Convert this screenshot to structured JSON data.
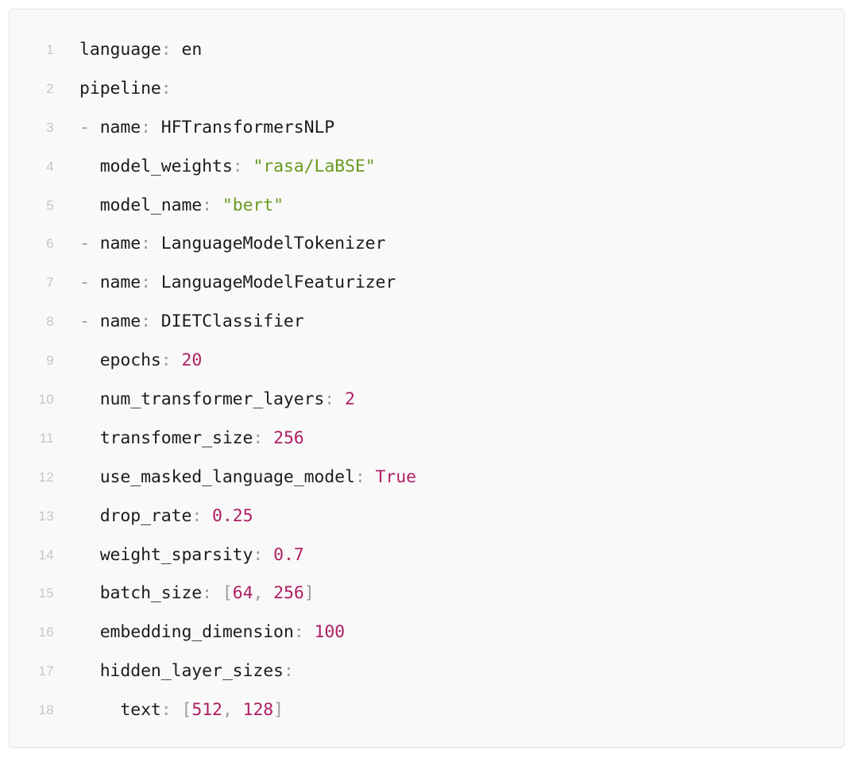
{
  "editor": {
    "language": "yaml",
    "background_color": "#f9f9f9",
    "border_color": "#e4e4e4",
    "gutter_color": "#c6c6c6",
    "colors": {
      "key": "#1c1c1c",
      "punctuation": "#9d9d9d",
      "string": "#6a9a21",
      "number": "#ae1f62",
      "boolean": "#ae1f62",
      "bracket": "#9d9d9d"
    },
    "total_lines": 18,
    "lines": [
      {
        "number": "1",
        "text": "language: en",
        "tokens": [
          {
            "t": "language",
            "c": "t-key"
          },
          {
            "t": ":",
            "c": "t-punct"
          },
          {
            "t": " en",
            "c": "t-plain"
          }
        ]
      },
      {
        "number": "2",
        "text": "pipeline:",
        "tokens": [
          {
            "t": "pipeline",
            "c": "t-key"
          },
          {
            "t": ":",
            "c": "t-punct"
          }
        ]
      },
      {
        "number": "3",
        "text": "- name: HFTransformersNLP",
        "tokens": [
          {
            "t": "- ",
            "c": "t-dash"
          },
          {
            "t": "name",
            "c": "t-key"
          },
          {
            "t": ":",
            "c": "t-punct"
          },
          {
            "t": " HFTransformersNLP",
            "c": "t-plain"
          }
        ]
      },
      {
        "number": "4",
        "text": "  model_weights: \"rasa/LaBSE\"",
        "tokens": [
          {
            "t": "  ",
            "c": "t-plain"
          },
          {
            "t": "model_weights",
            "c": "t-key"
          },
          {
            "t": ":",
            "c": "t-punct"
          },
          {
            "t": " ",
            "c": "t-plain"
          },
          {
            "t": "\"rasa/LaBSE\"",
            "c": "t-str"
          }
        ]
      },
      {
        "number": "5",
        "text": "  model_name: \"bert\"",
        "tokens": [
          {
            "t": "  ",
            "c": "t-plain"
          },
          {
            "t": "model_name",
            "c": "t-key"
          },
          {
            "t": ":",
            "c": "t-punct"
          },
          {
            "t": " ",
            "c": "t-plain"
          },
          {
            "t": "\"bert\"",
            "c": "t-str"
          }
        ]
      },
      {
        "number": "6",
        "text": "- name: LanguageModelTokenizer",
        "tokens": [
          {
            "t": "- ",
            "c": "t-dash"
          },
          {
            "t": "name",
            "c": "t-key"
          },
          {
            "t": ":",
            "c": "t-punct"
          },
          {
            "t": " LanguageModelTokenizer",
            "c": "t-plain"
          }
        ]
      },
      {
        "number": "7",
        "text": "- name: LanguageModelFeaturizer",
        "tokens": [
          {
            "t": "- ",
            "c": "t-dash"
          },
          {
            "t": "name",
            "c": "t-key"
          },
          {
            "t": ":",
            "c": "t-punct"
          },
          {
            "t": " LanguageModelFeaturizer",
            "c": "t-plain"
          }
        ]
      },
      {
        "number": "8",
        "text": "- name: DIETClassifier",
        "tokens": [
          {
            "t": "- ",
            "c": "t-dash"
          },
          {
            "t": "name",
            "c": "t-key"
          },
          {
            "t": ":",
            "c": "t-punct"
          },
          {
            "t": " DIETClassifier",
            "c": "t-plain"
          }
        ]
      },
      {
        "number": "9",
        "text": "  epochs: 20",
        "tokens": [
          {
            "t": "  ",
            "c": "t-plain"
          },
          {
            "t": "epochs",
            "c": "t-key"
          },
          {
            "t": ":",
            "c": "t-punct"
          },
          {
            "t": " ",
            "c": "t-plain"
          },
          {
            "t": "20",
            "c": "t-num"
          }
        ]
      },
      {
        "number": "10",
        "text": "  num_transformer_layers: 2",
        "tokens": [
          {
            "t": "  ",
            "c": "t-plain"
          },
          {
            "t": "num_transformer_layers",
            "c": "t-key"
          },
          {
            "t": ":",
            "c": "t-punct"
          },
          {
            "t": " ",
            "c": "t-plain"
          },
          {
            "t": "2",
            "c": "t-num"
          }
        ]
      },
      {
        "number": "11",
        "text": "  transfomer_size: 256",
        "tokens": [
          {
            "t": "  ",
            "c": "t-plain"
          },
          {
            "t": "transfomer_size",
            "c": "t-key"
          },
          {
            "t": ":",
            "c": "t-punct"
          },
          {
            "t": " ",
            "c": "t-plain"
          },
          {
            "t": "256",
            "c": "t-num"
          }
        ]
      },
      {
        "number": "12",
        "text": "  use_masked_language_model: True",
        "tokens": [
          {
            "t": "  ",
            "c": "t-plain"
          },
          {
            "t": "use_masked_language_model",
            "c": "t-key"
          },
          {
            "t": ":",
            "c": "t-punct"
          },
          {
            "t": " ",
            "c": "t-plain"
          },
          {
            "t": "True",
            "c": "t-bool"
          }
        ]
      },
      {
        "number": "13",
        "text": "  drop_rate: 0.25",
        "tokens": [
          {
            "t": "  ",
            "c": "t-plain"
          },
          {
            "t": "drop_rate",
            "c": "t-key"
          },
          {
            "t": ":",
            "c": "t-punct"
          },
          {
            "t": " ",
            "c": "t-plain"
          },
          {
            "t": "0.25",
            "c": "t-num"
          }
        ]
      },
      {
        "number": "14",
        "text": "  weight_sparsity: 0.7",
        "tokens": [
          {
            "t": "  ",
            "c": "t-plain"
          },
          {
            "t": "weight_sparsity",
            "c": "t-key"
          },
          {
            "t": ":",
            "c": "t-punct"
          },
          {
            "t": " ",
            "c": "t-plain"
          },
          {
            "t": "0.7",
            "c": "t-num"
          }
        ]
      },
      {
        "number": "15",
        "text": "  batch_size: [64, 256]",
        "tokens": [
          {
            "t": "  ",
            "c": "t-plain"
          },
          {
            "t": "batch_size",
            "c": "t-key"
          },
          {
            "t": ":",
            "c": "t-punct"
          },
          {
            "t": " ",
            "c": "t-plain"
          },
          {
            "t": "[",
            "c": "t-brack"
          },
          {
            "t": "64",
            "c": "t-num"
          },
          {
            "t": ", ",
            "c": "t-brack"
          },
          {
            "t": "256",
            "c": "t-num"
          },
          {
            "t": "]",
            "c": "t-brack"
          }
        ]
      },
      {
        "number": "16",
        "text": "  embedding_dimension: 100",
        "tokens": [
          {
            "t": "  ",
            "c": "t-plain"
          },
          {
            "t": "embedding_dimension",
            "c": "t-key"
          },
          {
            "t": ":",
            "c": "t-punct"
          },
          {
            "t": " ",
            "c": "t-plain"
          },
          {
            "t": "100",
            "c": "t-num"
          }
        ]
      },
      {
        "number": "17",
        "text": "  hidden_layer_sizes:",
        "tokens": [
          {
            "t": "  ",
            "c": "t-plain"
          },
          {
            "t": "hidden_layer_sizes",
            "c": "t-key"
          },
          {
            "t": ":",
            "c": "t-punct"
          }
        ]
      },
      {
        "number": "18",
        "text": "    text: [512, 128]",
        "tokens": [
          {
            "t": "    ",
            "c": "t-plain"
          },
          {
            "t": "text",
            "c": "t-key"
          },
          {
            "t": ":",
            "c": "t-punct"
          },
          {
            "t": " ",
            "c": "t-plain"
          },
          {
            "t": "[",
            "c": "t-brack"
          },
          {
            "t": "512",
            "c": "t-num"
          },
          {
            "t": ", ",
            "c": "t-brack"
          },
          {
            "t": "128",
            "c": "t-num"
          },
          {
            "t": "]",
            "c": "t-brack"
          }
        ]
      }
    ]
  }
}
